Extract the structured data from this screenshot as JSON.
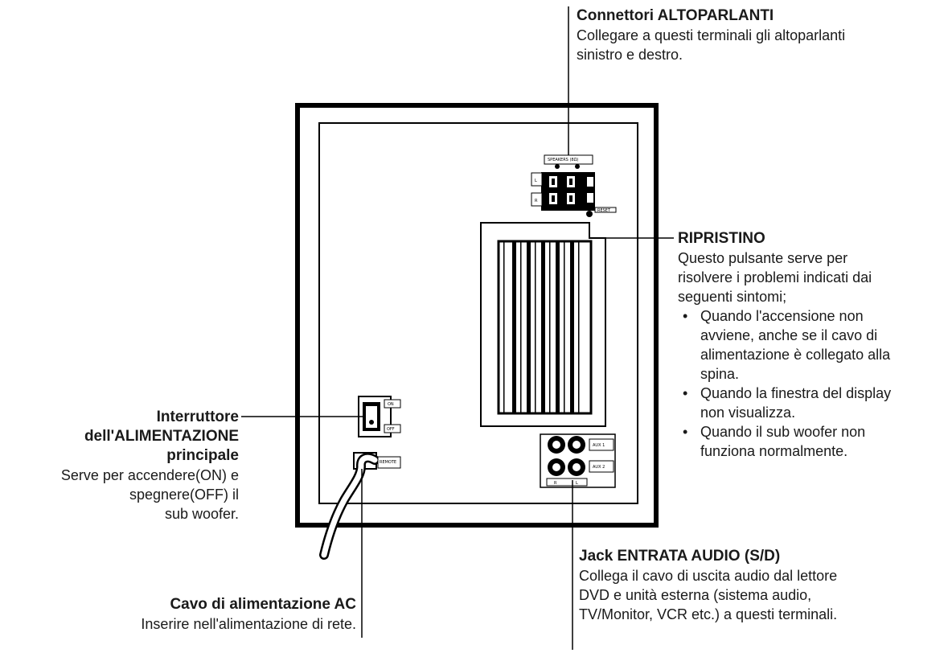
{
  "speakers": {
    "title": "Connettori ALTOPARLANTI",
    "desc_line1": "Collegare a questi terminali gli altoparlanti",
    "desc_line2": "sinistro e destro."
  },
  "reset": {
    "title": "RIPRISTINO",
    "intro": [
      "Questo pulsante serve per",
      "risolvere i problemi indicati dai",
      "seguenti sintomi;"
    ],
    "bullet_char": "•",
    "bullets": [
      [
        "Quando l'accensione non",
        "avviene, anche se il cavo di",
        "alimentazione è collegato alla",
        "spina."
      ],
      [
        "Quando la finestra del display",
        "non visualizza."
      ],
      [
        "Quando il sub woofer non",
        "funziona normalmente."
      ]
    ]
  },
  "power_switch": {
    "title_lines": [
      "Interruttore",
      "dell'ALIMENTAZIONE",
      "principale"
    ],
    "desc_lines": [
      "Serve per accendere(ON) e",
      "spegnere(OFF) il",
      "sub woofer."
    ]
  },
  "ac_cord": {
    "title": "Cavo di alimentazione AC",
    "desc": "Inserire nell'alimentazione di rete."
  },
  "audio_in": {
    "title": "Jack ENTRATA AUDIO (S/D)",
    "desc_lines": [
      "Collega il cavo di uscita audio dal lettore",
      "DVD e unità esterna (sistema audio,",
      "TV/Monitor, VCR etc.) a questi terminali."
    ]
  },
  "device_labels": {
    "speakers_panel": "SPEAKERS (8Ω)",
    "left": "L",
    "right": "R",
    "reset_tag": "RESET",
    "on": "ON",
    "off": "OFF",
    "remote": "REMOTE",
    "aux1": "AUX 1",
    "aux2": "AUX 2",
    "jack_r": "R",
    "jack_l": "L"
  }
}
